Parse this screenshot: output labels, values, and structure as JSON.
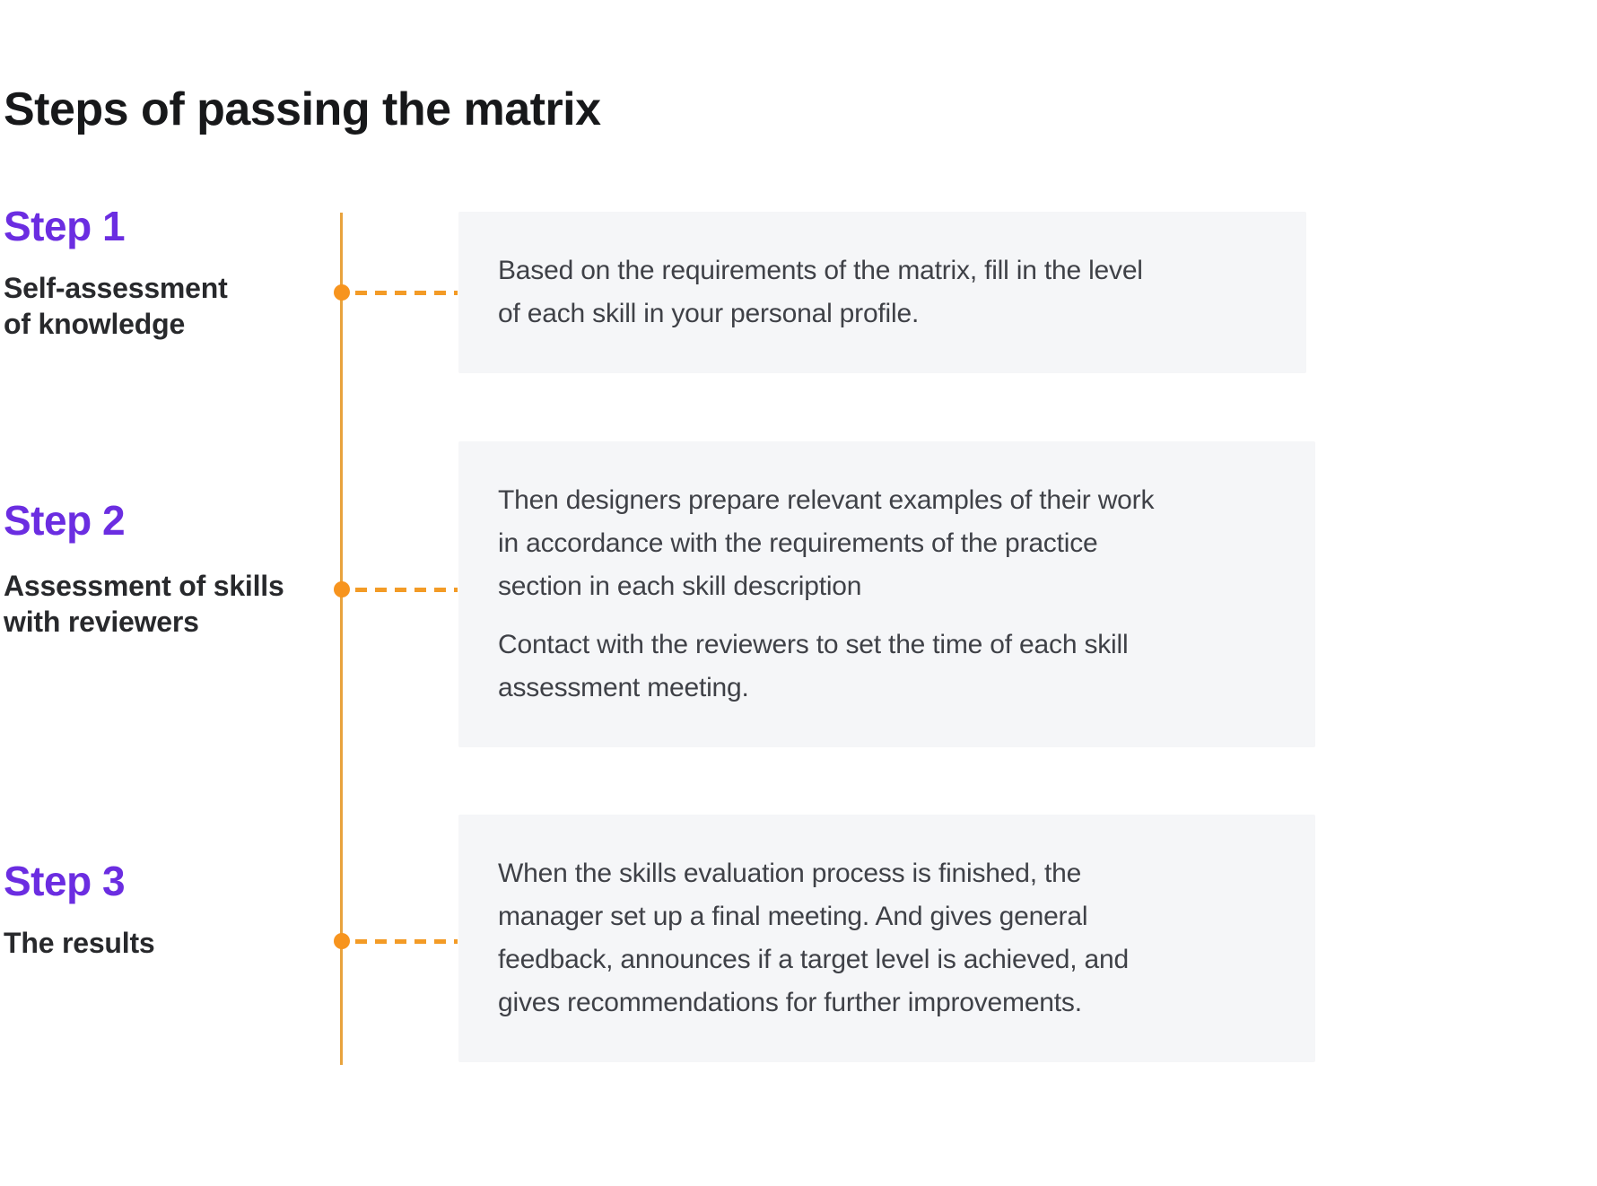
{
  "title": "Steps of passing the matrix",
  "colors": {
    "page-bg": "#FFFFFF",
    "accent-purple": "#6B2DE1",
    "timeline-orange": "#E8A33D",
    "dot-orange": "#F7941E",
    "dash-orange": "#F39B26",
    "box-bg": "#F5F6F8",
    "title-text": "#17181A",
    "subtitle-text": "#28292C",
    "body-text": "#3F4147"
  },
  "steps": [
    {
      "label": "Step 1",
      "subtitle_lines": [
        "Self-assessment",
        "of knowledge"
      ],
      "paragraph_lines": [
        [
          "Based on the requirements of the matrix, fill in the level",
          "of each skill in your personal profile."
        ]
      ]
    },
    {
      "label": "Step 2",
      "subtitle_lines": [
        "Assessment of skills",
        "with reviewers"
      ],
      "paragraph_lines": [
        [
          "Then designers prepare relevant examples of their work",
          "in accordance with the requirements of the practice",
          "section in each skill description"
        ],
        [
          "Contact with the reviewers to set the time of each skill",
          "assessment meeting."
        ]
      ]
    },
    {
      "label": "Step 3",
      "subtitle_lines": [
        "The results"
      ],
      "paragraph_lines": [
        [
          "When the skills evaluation process is finished, the",
          "manager set up a final meeting. And gives general",
          "feedback, announces if a target level is achieved, and",
          "gives recommendations for further improvements."
        ]
      ]
    }
  ]
}
